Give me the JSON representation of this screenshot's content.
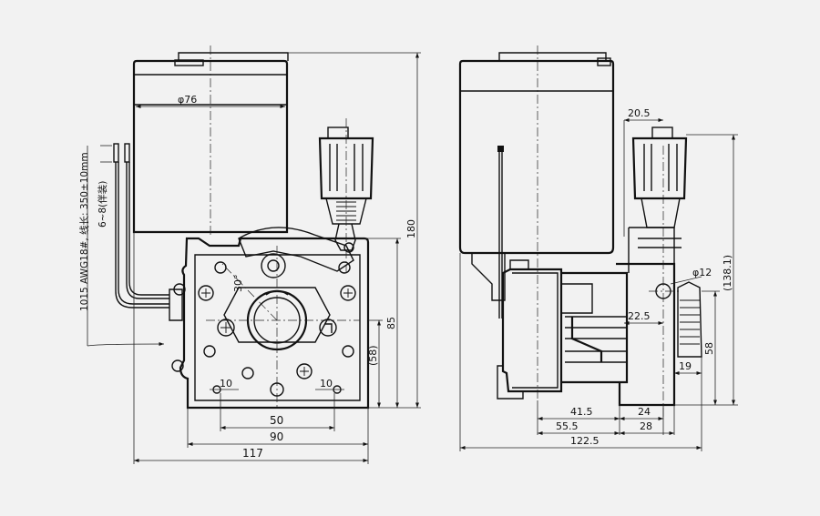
{
  "front_view": {
    "dim_motor_diameter": "φ76",
    "dim_angle": "30°",
    "dim_height_85": "85",
    "dim_height_58": "(58)",
    "dim_height_180": "180",
    "dim_hole_spacing_left": "10",
    "dim_hole_spacing_right": "10",
    "dim_width_50": "50",
    "dim_width_90": "90",
    "dim_width_117": "117",
    "lead_note_line1": "6~8(伴装)",
    "lead_note_line2": "1015 AWG18#, 线长: 350±10mm"
  },
  "side_view": {
    "dim_20_5": "20.5",
    "dim_hole_diameter": "φ12",
    "dim_22_5": "22.5",
    "dim_138_1": "(138.1)",
    "dim_58": "58",
    "dim_19": "19",
    "dim_41_5": "41.5",
    "dim_24": "24",
    "dim_55_5": "55.5",
    "dim_28": "28",
    "dim_122_5": "122.5"
  },
  "colors": {
    "line": "#111111",
    "background": "#f2f2f2"
  }
}
